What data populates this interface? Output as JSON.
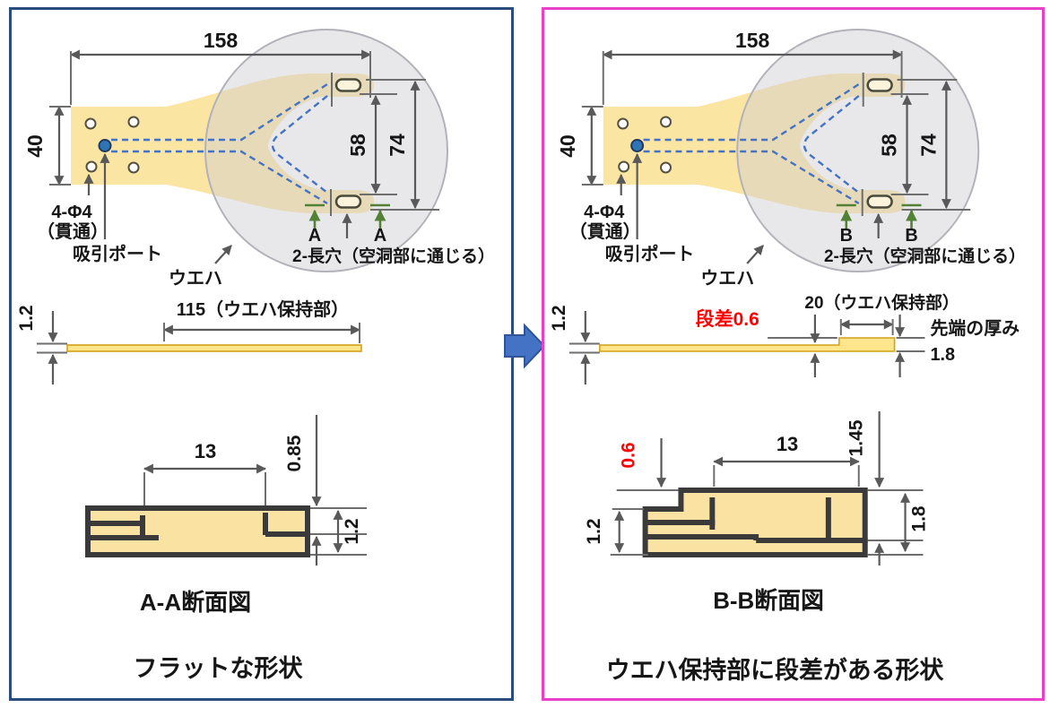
{
  "top": {
    "dim_length": "158",
    "dim_base_width": "40",
    "dim_slot_span": "58",
    "dim_tip_span": "74",
    "label_holes": "4-Φ4",
    "label_holes_note": "（貫通）",
    "label_suction_port": "吸引ポート",
    "label_wafer": "ウエハ",
    "label_slots": "2-長穴（空洞部に通じる）"
  },
  "left": {
    "section_letter": "A",
    "side": {
      "dim_thickness": "1.2",
      "dim_holder_span": "115（ウエハ保持部）"
    },
    "section": {
      "dim_slot_width": "13",
      "dim_cavity_depth": "0.85",
      "dim_thickness": "1.2"
    },
    "section_title": "A-A断面図",
    "caption": "フラットな形状"
  },
  "right": {
    "section_letter": "B",
    "side": {
      "dim_thickness": "1.2",
      "dim_step": "段差0.6",
      "dim_holder_span": "20（ウエハ保持部）",
      "label_tip_thickness": "先端の厚み",
      "dim_tip_thickness": "1.8"
    },
    "section": {
      "dim_slot_width": "13",
      "dim_step": "0.6",
      "dim_base_thickness": "1.2",
      "dim_cavity_depth": "1.45",
      "dim_tip_thickness": "1.8"
    },
    "section_title": "B-B断面図",
    "caption": "ウエハ保持部に段差がある形状"
  },
  "colors": {
    "left_border": "#2A4D7E",
    "right_border": "#EA3FC8",
    "fork_fill": "#FBE5A3",
    "wafer_fill": "#CDCDD2",
    "channel_blue": "#4472C4",
    "dim_gray": "#595959",
    "section_green": "#538135",
    "highlight_red": "#FF0000",
    "transition_arrow_blue": "#4472C4",
    "sideview_bar_fill": "#FFE58C",
    "sideview_bar_stroke": "#D4A017",
    "section_outline": "#3A3A3A"
  }
}
